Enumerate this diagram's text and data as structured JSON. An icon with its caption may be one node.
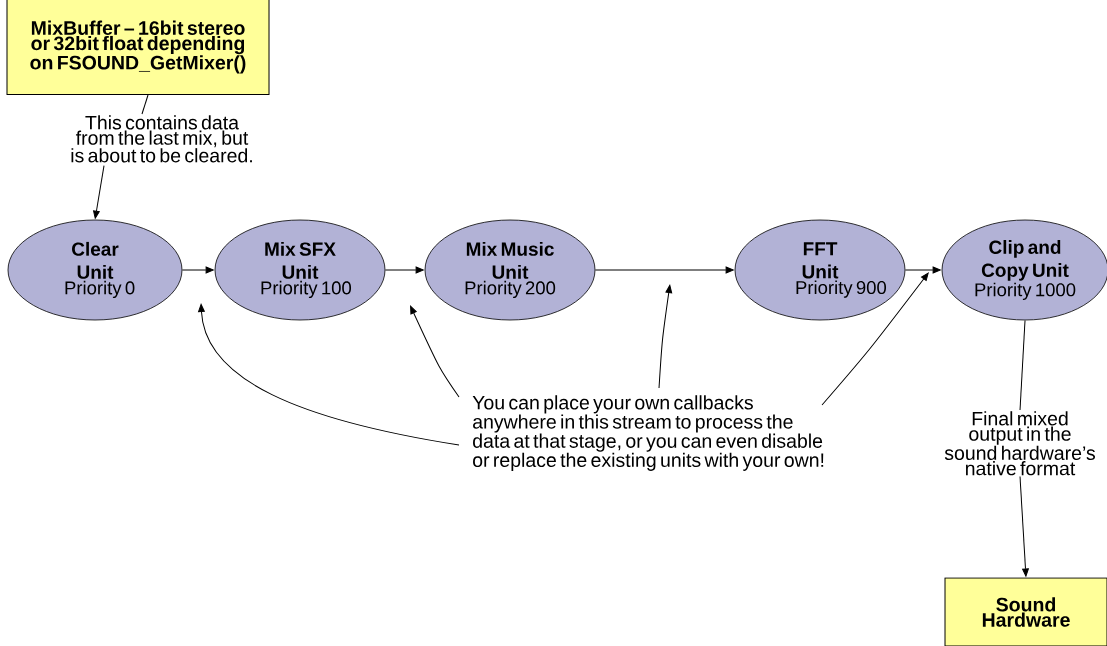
{
  "diagram": {
    "nodes": [
      {
        "text": [
          "MixBuffer – 16bit stereo or 32bit float depending on FSOUND_GetMixer()"
        ]
      },
      {
        "text": [
          "This contains data from the last mix, but is about to be cleared."
        ]
      },
      {
        "text": [
          "Clear Unit",
          "Priority 0"
        ]
      },
      {
        "text": [
          "Mix SFX Unit",
          "Priority 100"
        ]
      },
      {
        "text": [
          "Mix Music Unit",
          "Priority 200"
        ]
      },
      {
        "text": [
          "FFT Unit",
          "Priority 900"
        ]
      },
      {
        "text": [
          "Clip and Copy Unit",
          "Priority 1000"
        ]
      },
      {
        "text": [
          "You can place your own callbacks anywhere in this stream to process the data at that stage, or you can even disable or replace the existing units with your own!"
        ]
      },
      {
        "text": [
          "Final mixed output in the sound hardware’s native format"
        ]
      },
      {
        "text": [
          "Sound Hardware"
        ]
      }
    ],
    "edges": [
      {
        "from": 0,
        "to": 1,
        "arrow": "none"
      },
      {
        "from": 1,
        "to": 2,
        "arrow": "to"
      },
      {
        "from": 2,
        "to": 3,
        "arrow": "to"
      },
      {
        "from": 3,
        "to": 4,
        "arrow": "to"
      },
      {
        "from": 4,
        "to": 5,
        "arrow": "to"
      },
      {
        "from": 5,
        "to": 6,
        "arrow": "to"
      },
      {
        "from": 7,
        "to": null,
        "arrow": "to"
      },
      {
        "from": 7,
        "to": null,
        "arrow": "to"
      },
      {
        "from": 7,
        "to": null,
        "arrow": "to"
      },
      {
        "from": 7,
        "to": null,
        "arrow": "to"
      },
      {
        "from": 6,
        "to": 8,
        "arrow": "none"
      },
      {
        "from": 8,
        "to": 9,
        "arrow": "to"
      }
    ]
  }
}
